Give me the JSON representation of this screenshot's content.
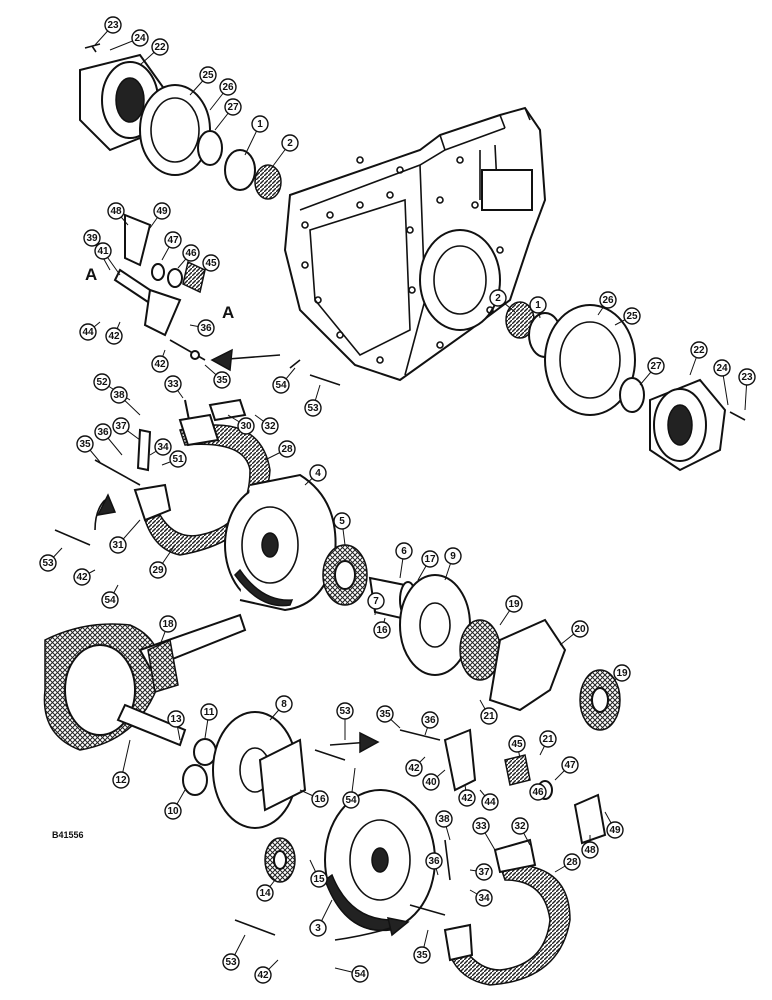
{
  "figure_code": "B41556",
  "section_markers": [
    "A",
    "A"
  ],
  "callouts": [
    {
      "id": "c23a",
      "label": "23"
    },
    {
      "id": "c24a",
      "label": "24"
    },
    {
      "id": "c22a",
      "label": "22"
    },
    {
      "id": "c25a",
      "label": "25"
    },
    {
      "id": "c26a",
      "label": "26"
    },
    {
      "id": "c27a",
      "label": "27"
    },
    {
      "id": "c1a",
      "label": "1"
    },
    {
      "id": "c2a",
      "label": "2"
    },
    {
      "id": "c48a",
      "label": "48"
    },
    {
      "id": "c49a",
      "label": "49"
    },
    {
      "id": "c47a",
      "label": "47"
    },
    {
      "id": "c46a",
      "label": "46"
    },
    {
      "id": "c45a",
      "label": "45"
    },
    {
      "id": "c39",
      "label": "39"
    },
    {
      "id": "c41",
      "label": "41"
    },
    {
      "id": "c44a",
      "label": "44"
    },
    {
      "id": "c42a",
      "label": "42"
    },
    {
      "id": "c36a",
      "label": "36"
    },
    {
      "id": "c42b",
      "label": "42"
    },
    {
      "id": "c35a",
      "label": "35"
    },
    {
      "id": "c54a",
      "label": "54"
    },
    {
      "id": "c53a",
      "label": "53"
    },
    {
      "id": "c2b",
      "label": "2"
    },
    {
      "id": "c1b",
      "label": "1"
    },
    {
      "id": "c26b",
      "label": "26"
    },
    {
      "id": "c25b",
      "label": "25"
    },
    {
      "id": "c27b",
      "label": "27"
    },
    {
      "id": "c22b",
      "label": "22"
    },
    {
      "id": "c24b",
      "label": "24"
    },
    {
      "id": "c23b",
      "label": "23"
    },
    {
      "id": "c52",
      "label": "52"
    },
    {
      "id": "c38a",
      "label": "38"
    },
    {
      "id": "c33a",
      "label": "33"
    },
    {
      "id": "c30",
      "label": "30"
    },
    {
      "id": "c32a",
      "label": "32"
    },
    {
      "id": "c37a",
      "label": "37"
    },
    {
      "id": "c36b",
      "label": "36"
    },
    {
      "id": "c34a",
      "label": "34"
    },
    {
      "id": "c51",
      "label": "51"
    },
    {
      "id": "c35b",
      "label": "35"
    },
    {
      "id": "c28a",
      "label": "28"
    },
    {
      "id": "c4",
      "label": "4"
    },
    {
      "id": "c53b",
      "label": "53"
    },
    {
      "id": "c31",
      "label": "31"
    },
    {
      "id": "c29",
      "label": "29"
    },
    {
      "id": "c42c",
      "label": "42"
    },
    {
      "id": "c54b",
      "label": "54"
    },
    {
      "id": "c5",
      "label": "5"
    },
    {
      "id": "c6",
      "label": "6"
    },
    {
      "id": "c17",
      "label": "17"
    },
    {
      "id": "c9",
      "label": "9"
    },
    {
      "id": "c7",
      "label": "7"
    },
    {
      "id": "c16a",
      "label": "16"
    },
    {
      "id": "c19a",
      "label": "19"
    },
    {
      "id": "c20",
      "label": "20"
    },
    {
      "id": "c19b",
      "label": "19"
    },
    {
      "id": "c18",
      "label": "18"
    },
    {
      "id": "c13",
      "label": "13"
    },
    {
      "id": "c11",
      "label": "11"
    },
    {
      "id": "c12",
      "label": "12"
    },
    {
      "id": "c10",
      "label": "10"
    },
    {
      "id": "c8",
      "label": "8"
    },
    {
      "id": "c16b",
      "label": "16"
    },
    {
      "id": "c14",
      "label": "14"
    },
    {
      "id": "c15",
      "label": "15"
    },
    {
      "id": "c53c",
      "label": "53"
    },
    {
      "id": "c54c",
      "label": "54"
    },
    {
      "id": "c35c",
      "label": "35"
    },
    {
      "id": "c36c",
      "label": "36"
    },
    {
      "id": "c42d",
      "label": "42"
    },
    {
      "id": "c40",
      "label": "40"
    },
    {
      "id": "c42e",
      "label": "42"
    },
    {
      "id": "c44b",
      "label": "44"
    },
    {
      "id": "c21a",
      "label": "21"
    },
    {
      "id": "c21b",
      "label": "21"
    },
    {
      "id": "c45b",
      "label": "45"
    },
    {
      "id": "c47b",
      "label": "47"
    },
    {
      "id": "c46b",
      "label": "46"
    },
    {
      "id": "c48b",
      "label": "48"
    },
    {
      "id": "c49b",
      "label": "49"
    },
    {
      "id": "c33b",
      "label": "33"
    },
    {
      "id": "c32b",
      "label": "32"
    },
    {
      "id": "c38b",
      "label": "38"
    },
    {
      "id": "c36d",
      "label": "36"
    },
    {
      "id": "c37b",
      "label": "37"
    },
    {
      "id": "c34b",
      "label": "34"
    },
    {
      "id": "c28b",
      "label": "28"
    },
    {
      "id": "c3",
      "label": "3"
    },
    {
      "id": "c35d",
      "label": "35"
    },
    {
      "id": "c53d",
      "label": "53"
    },
    {
      "id": "c42f",
      "label": "42"
    },
    {
      "id": "c54d",
      "label": "54"
    }
  ]
}
